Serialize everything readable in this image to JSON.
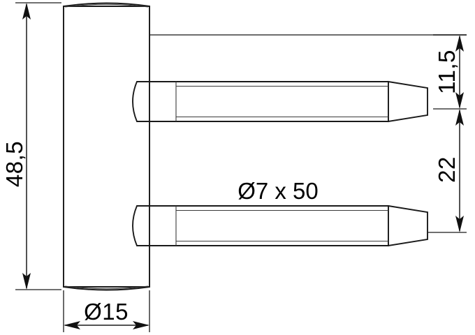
{
  "drawing": {
    "title": "Hinge pin technical drawing",
    "background_color": "#ffffff",
    "line_color": "#1a1a1a",
    "center_line_color": "#585858",
    "dimensions": {
      "overall_height": {
        "value": "48,5",
        "orientation": "vertical",
        "position": "left"
      },
      "plate_width": {
        "value": "Ø15",
        "orientation": "horizontal",
        "position": "bottom"
      },
      "top_offset": {
        "value": "11,5",
        "orientation": "vertical",
        "position": "right-upper"
      },
      "pin_spacing": {
        "value": "22",
        "orientation": "vertical",
        "position": "right-lower"
      },
      "pin_spec": {
        "value": "Ø7 x 50",
        "orientation": "horizontal",
        "position": "center"
      }
    }
  }
}
